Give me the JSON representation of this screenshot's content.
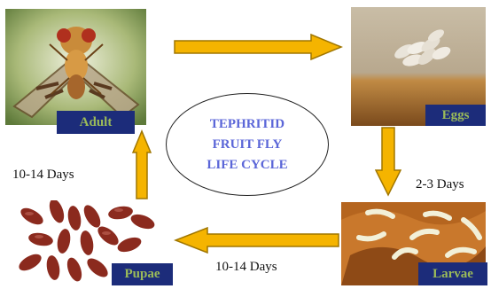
{
  "title": {
    "lines": "TEPHRITID\nFRUIT FLY\nLIFE CYCLE",
    "color": "#5b66d8"
  },
  "stages": {
    "adult": {
      "label": "Adult",
      "label_color": "#9bbb59"
    },
    "eggs": {
      "label": "Eggs",
      "label_color": "#9bbb59"
    },
    "larvae": {
      "label": "Larvae",
      "label_color": "#9bbb59"
    },
    "pupae": {
      "label": "Pupae",
      "label_color": "#9bbb59"
    }
  },
  "durations": {
    "eggs_to_larvae": "2-3 Days",
    "larvae_to_pupae": "10-14 Days",
    "pupae_to_adult": "10-14 Days"
  },
  "colors": {
    "arrow_fill": "#f5b400",
    "arrow_stroke": "#a07600",
    "label_bg": "#1c2c7a"
  }
}
